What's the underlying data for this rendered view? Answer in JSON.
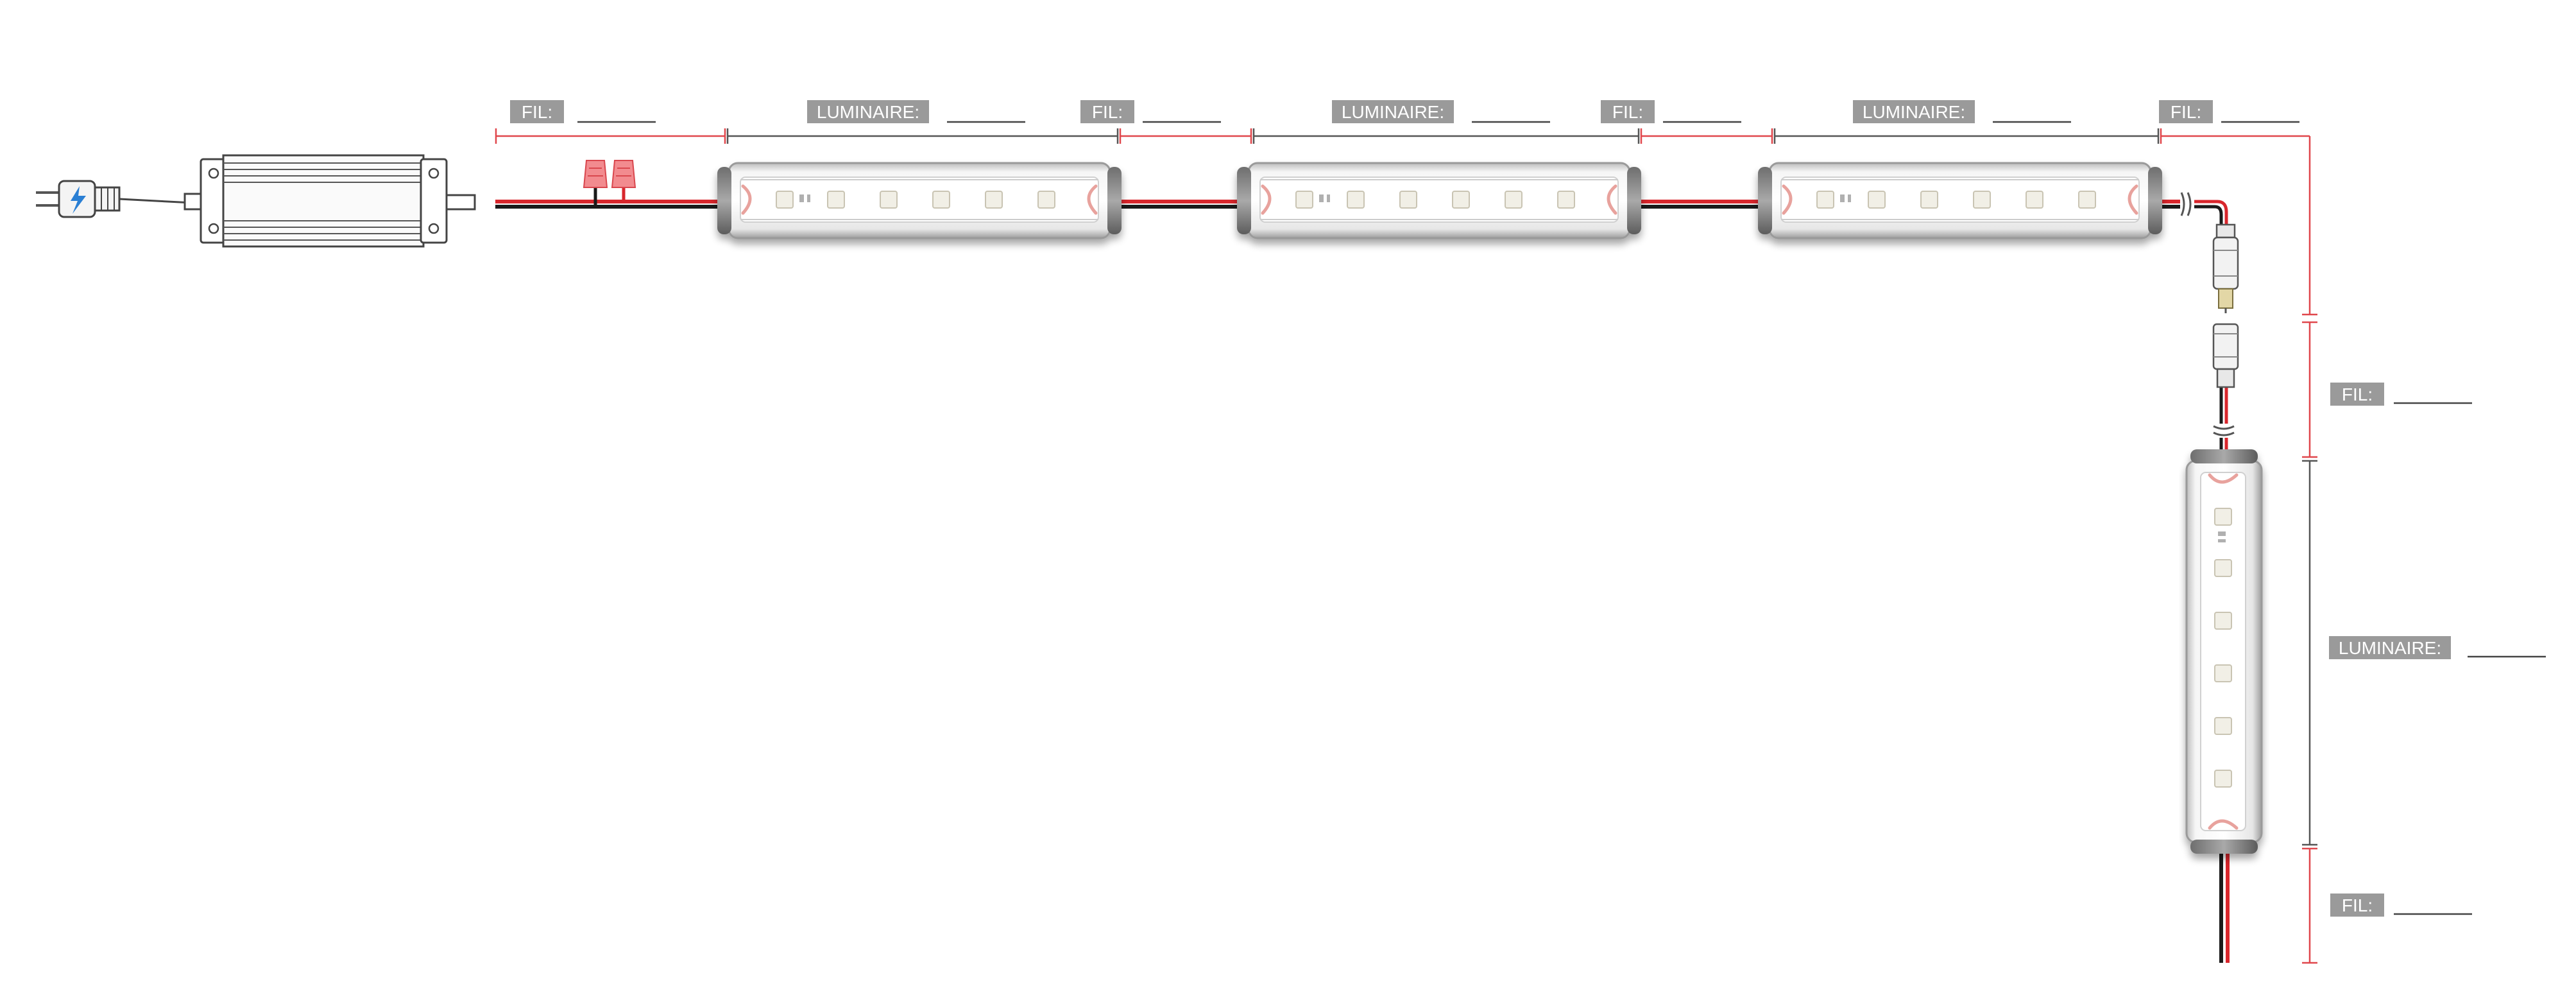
{
  "labels": {
    "wire": "FIL:",
    "fixture": "LUMINAIRE:"
  },
  "blank_fields": [
    {
      "kind": "wire"
    },
    {
      "kind": "fixture"
    },
    {
      "kind": "wire"
    },
    {
      "kind": "fixture"
    },
    {
      "kind": "wire"
    },
    {
      "kind": "fixture"
    },
    {
      "kind": "wire"
    },
    {
      "kind": "wire"
    },
    {
      "kind": "fixture"
    },
    {
      "kind": "wire"
    }
  ],
  "components": {
    "power_supply": "power-supply-icon",
    "plug": "power-plug-icon",
    "wire_nuts": "wire-connector-icon",
    "dc_connector": "dc-barrel-connector-icon",
    "fixture": "led-light-bar-icon"
  },
  "colors": {
    "dimension_line": "#e0474c",
    "dimension_line_dark": "#555555",
    "tag_background": "#9a9a9a",
    "wire_red": "#d8262c",
    "wire_black": "#1a1a1a",
    "fixture_body": "#e9e9e9",
    "fixture_cap": "#8a8a8a"
  }
}
